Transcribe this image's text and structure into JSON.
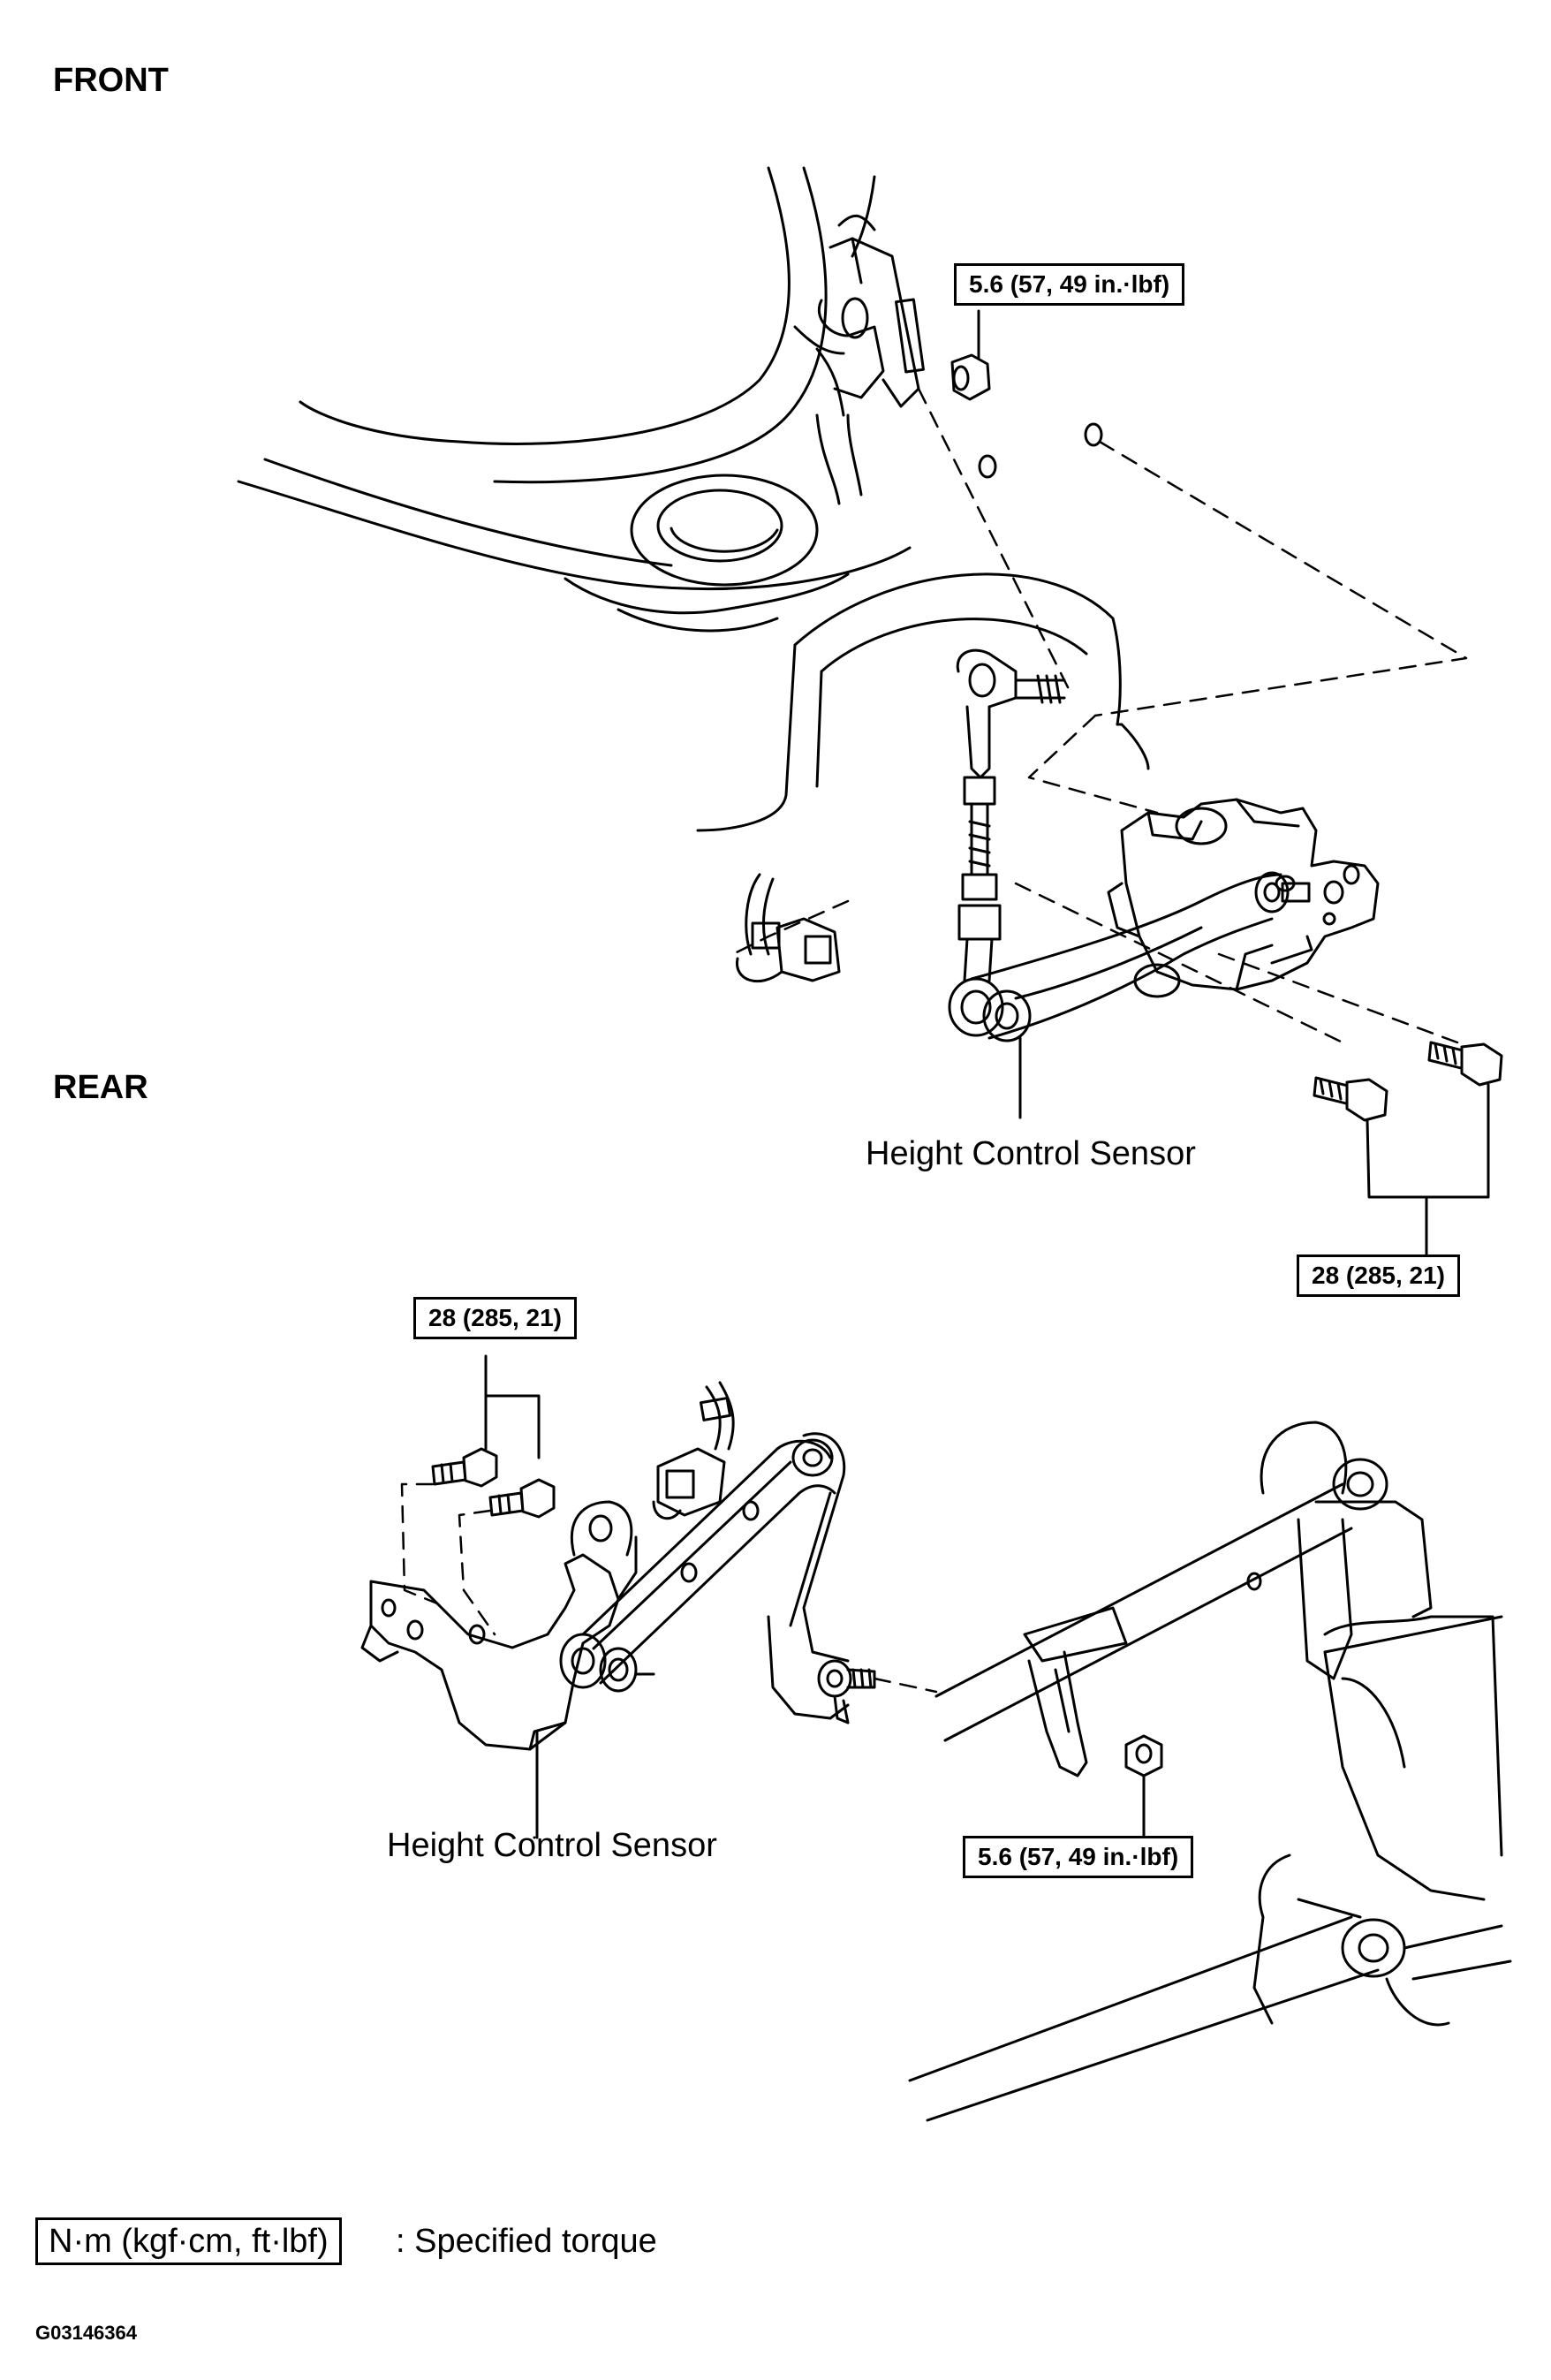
{
  "sections": {
    "front": "FRONT",
    "rear": "REAR"
  },
  "front": {
    "sensor_label": "Height Control Sensor",
    "nut_torque": "5.6 (57, 49 in.·lbf)",
    "bolt_torque": "28 (285, 21)"
  },
  "rear": {
    "sensor_label": "Height Control Sensor",
    "nut_torque": "5.6 (57, 49 in.·lbf)",
    "bolt_torque": "28 (285, 21)"
  },
  "legend": {
    "box_text": "N·m (kgf·cm, ft·lbf)",
    "description": ": Specified torque"
  },
  "figure_id": "G03146364"
}
